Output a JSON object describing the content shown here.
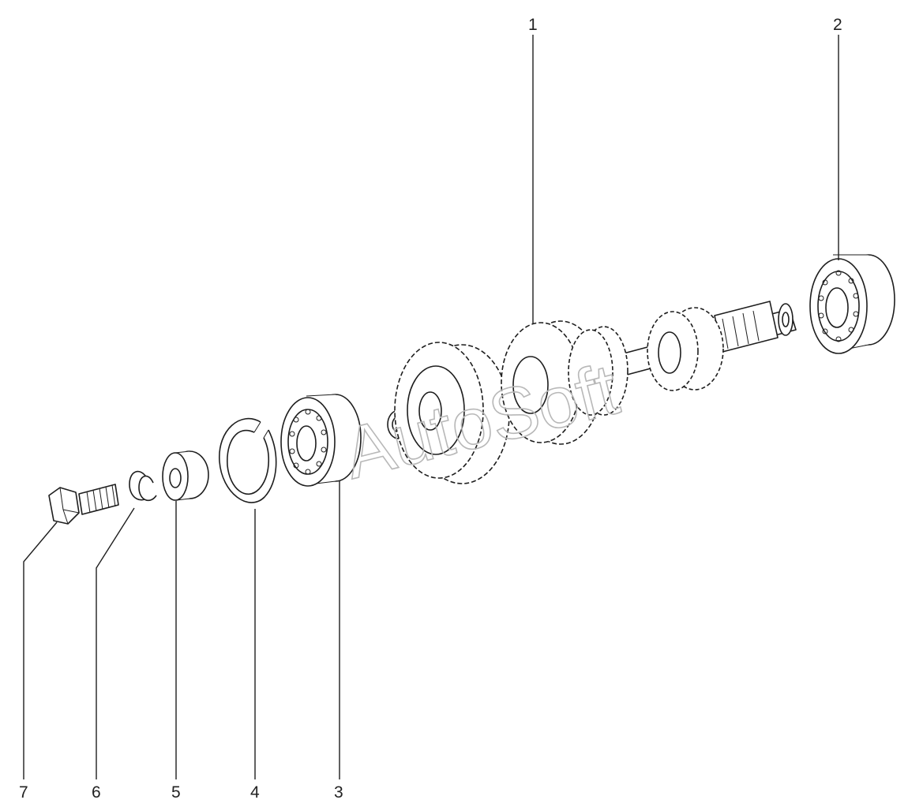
{
  "watermark": "AutoSoft",
  "callouts": [
    {
      "id": "1",
      "label": "1"
    },
    {
      "id": "2",
      "label": "2"
    },
    {
      "id": "3",
      "label": "3"
    },
    {
      "id": "4",
      "label": "4"
    },
    {
      "id": "5",
      "label": "5"
    },
    {
      "id": "6",
      "label": "6"
    },
    {
      "id": "7",
      "label": "7"
    }
  ],
  "colors": {
    "line": "#1e1e1e",
    "background": "#ffffff",
    "watermark": "#b8b8b8"
  }
}
